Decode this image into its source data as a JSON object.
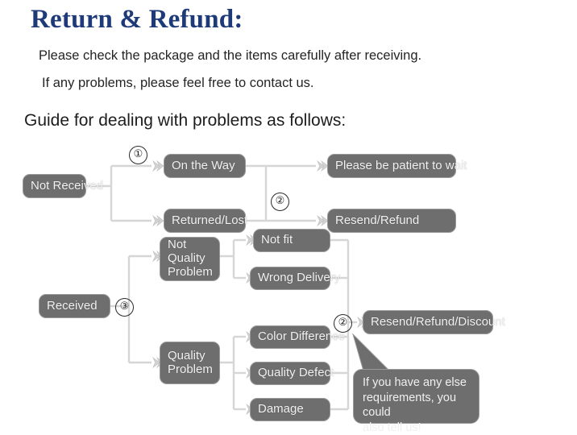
{
  "header": {
    "title": "Return & Refund:",
    "line1": "Please check the package and the items carefully after receiving.",
    "line2": "If any problems, please feel free to contact us.",
    "guide": "Guide for dealing with problems as follows:",
    "title_color": "#1f3a78",
    "text_color": "#242424"
  },
  "palette": {
    "node_fill": "#6e6e6e",
    "node_border": "#9a9a9a",
    "node_text": "#f2f2f2",
    "wire": "#d6d6d6",
    "arrow": "#d2d2d2",
    "background": "#ffffff"
  },
  "flow": {
    "nodes": {
      "not_received": "Not Received",
      "on_the_way": "On the Way",
      "returned_lost": "Returned/Lost",
      "please_wait": "Please be patient to wait",
      "resend_refund": "Resend/Refund",
      "received": "Received",
      "not_quality_problem": "Not\nQuality\nProblem",
      "quality_problem": "Quality\nProblem",
      "not_fit": "Not fit",
      "wrong_delivery": "Wrong Delivery",
      "color_difference": "Color Difference",
      "quality_defect": "Quality Defect",
      "damage": "Damage",
      "resend_refund_discount": "Resend/Refund/Discount"
    },
    "badges": {
      "one": "①",
      "two_top": "②",
      "three": "③",
      "two_bottom": "②"
    },
    "callout": "If you have any else\nrequirements, you could\nalso tell us!"
  }
}
